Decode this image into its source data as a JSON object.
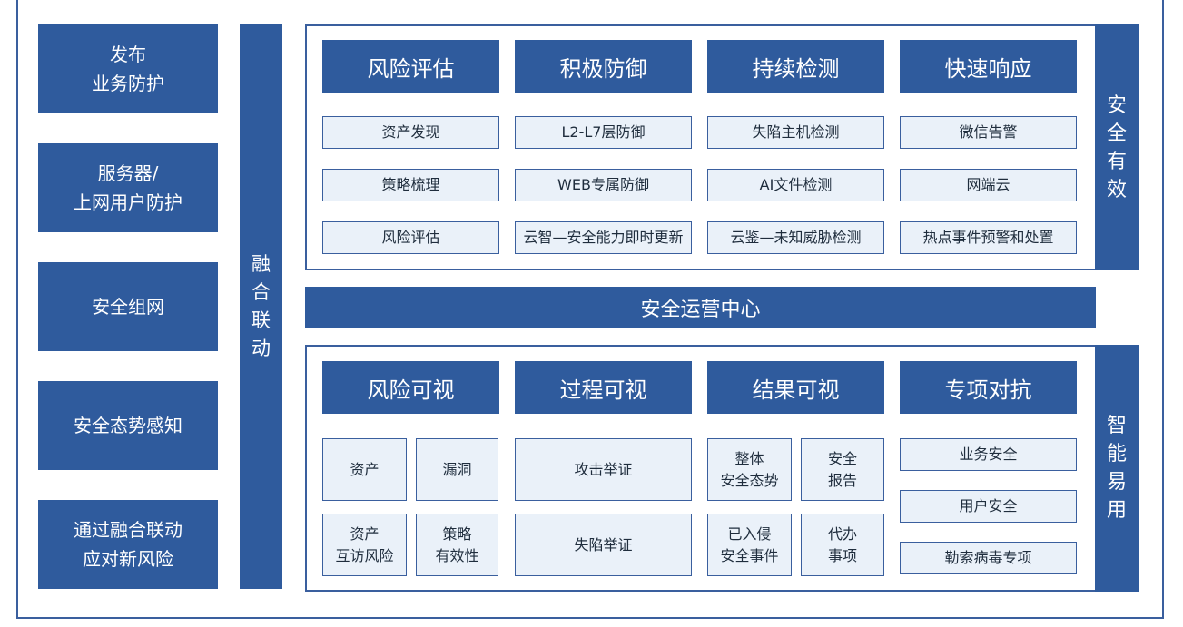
{
  "left_column": [
    {
      "label": "发布\n业务防护"
    },
    {
      "label": "服务器/\n上网用户防护"
    },
    {
      "label": "安全组网"
    },
    {
      "label": "安全态势感知"
    },
    {
      "label": "通过融合联动\n应对新风险"
    }
  ],
  "fusion_bar": {
    "label": "融\n合\n联\n动"
  },
  "top_section": {
    "side_label": "安\n全\n有\n效",
    "columns": [
      {
        "title": "风险评估",
        "items": [
          "资产发现",
          "策略梳理",
          "风险评估"
        ]
      },
      {
        "title": "积极防御",
        "items": [
          "L2-L7层防御",
          "WEB专属防御",
          "云智—安全能力即时更新"
        ]
      },
      {
        "title": "持续检测",
        "items": [
          "失陷主机检测",
          "AI文件检测",
          "云鉴—未知威胁检测"
        ]
      },
      {
        "title": "快速响应",
        "items": [
          "微信告警",
          "网端云",
          "热点事件预警和处置"
        ]
      }
    ]
  },
  "center_bar": {
    "label": "安全运营中心"
  },
  "bottom_section": {
    "side_label": "智\n能\n易\n用",
    "columns": [
      {
        "title": "风险可视",
        "items": [
          "资产",
          "漏洞",
          "资产\n互访风险",
          "策略\n有效性"
        ]
      },
      {
        "title": "过程可视",
        "items": [
          "攻击举证",
          "失陷举证"
        ]
      },
      {
        "title": "结果可视",
        "items": [
          "整体\n安全态势",
          "安全\n报告",
          "已入侵\n安全事件",
          "代办\n事项"
        ]
      },
      {
        "title": "专项对抗",
        "items": [
          "业务安全",
          "用户安全",
          "勒索病毒专项"
        ]
      }
    ]
  },
  "colors": {
    "primary": "#2f5b9d",
    "light_fill": "#eaf1f9",
    "border": "#3a5f9e"
  }
}
